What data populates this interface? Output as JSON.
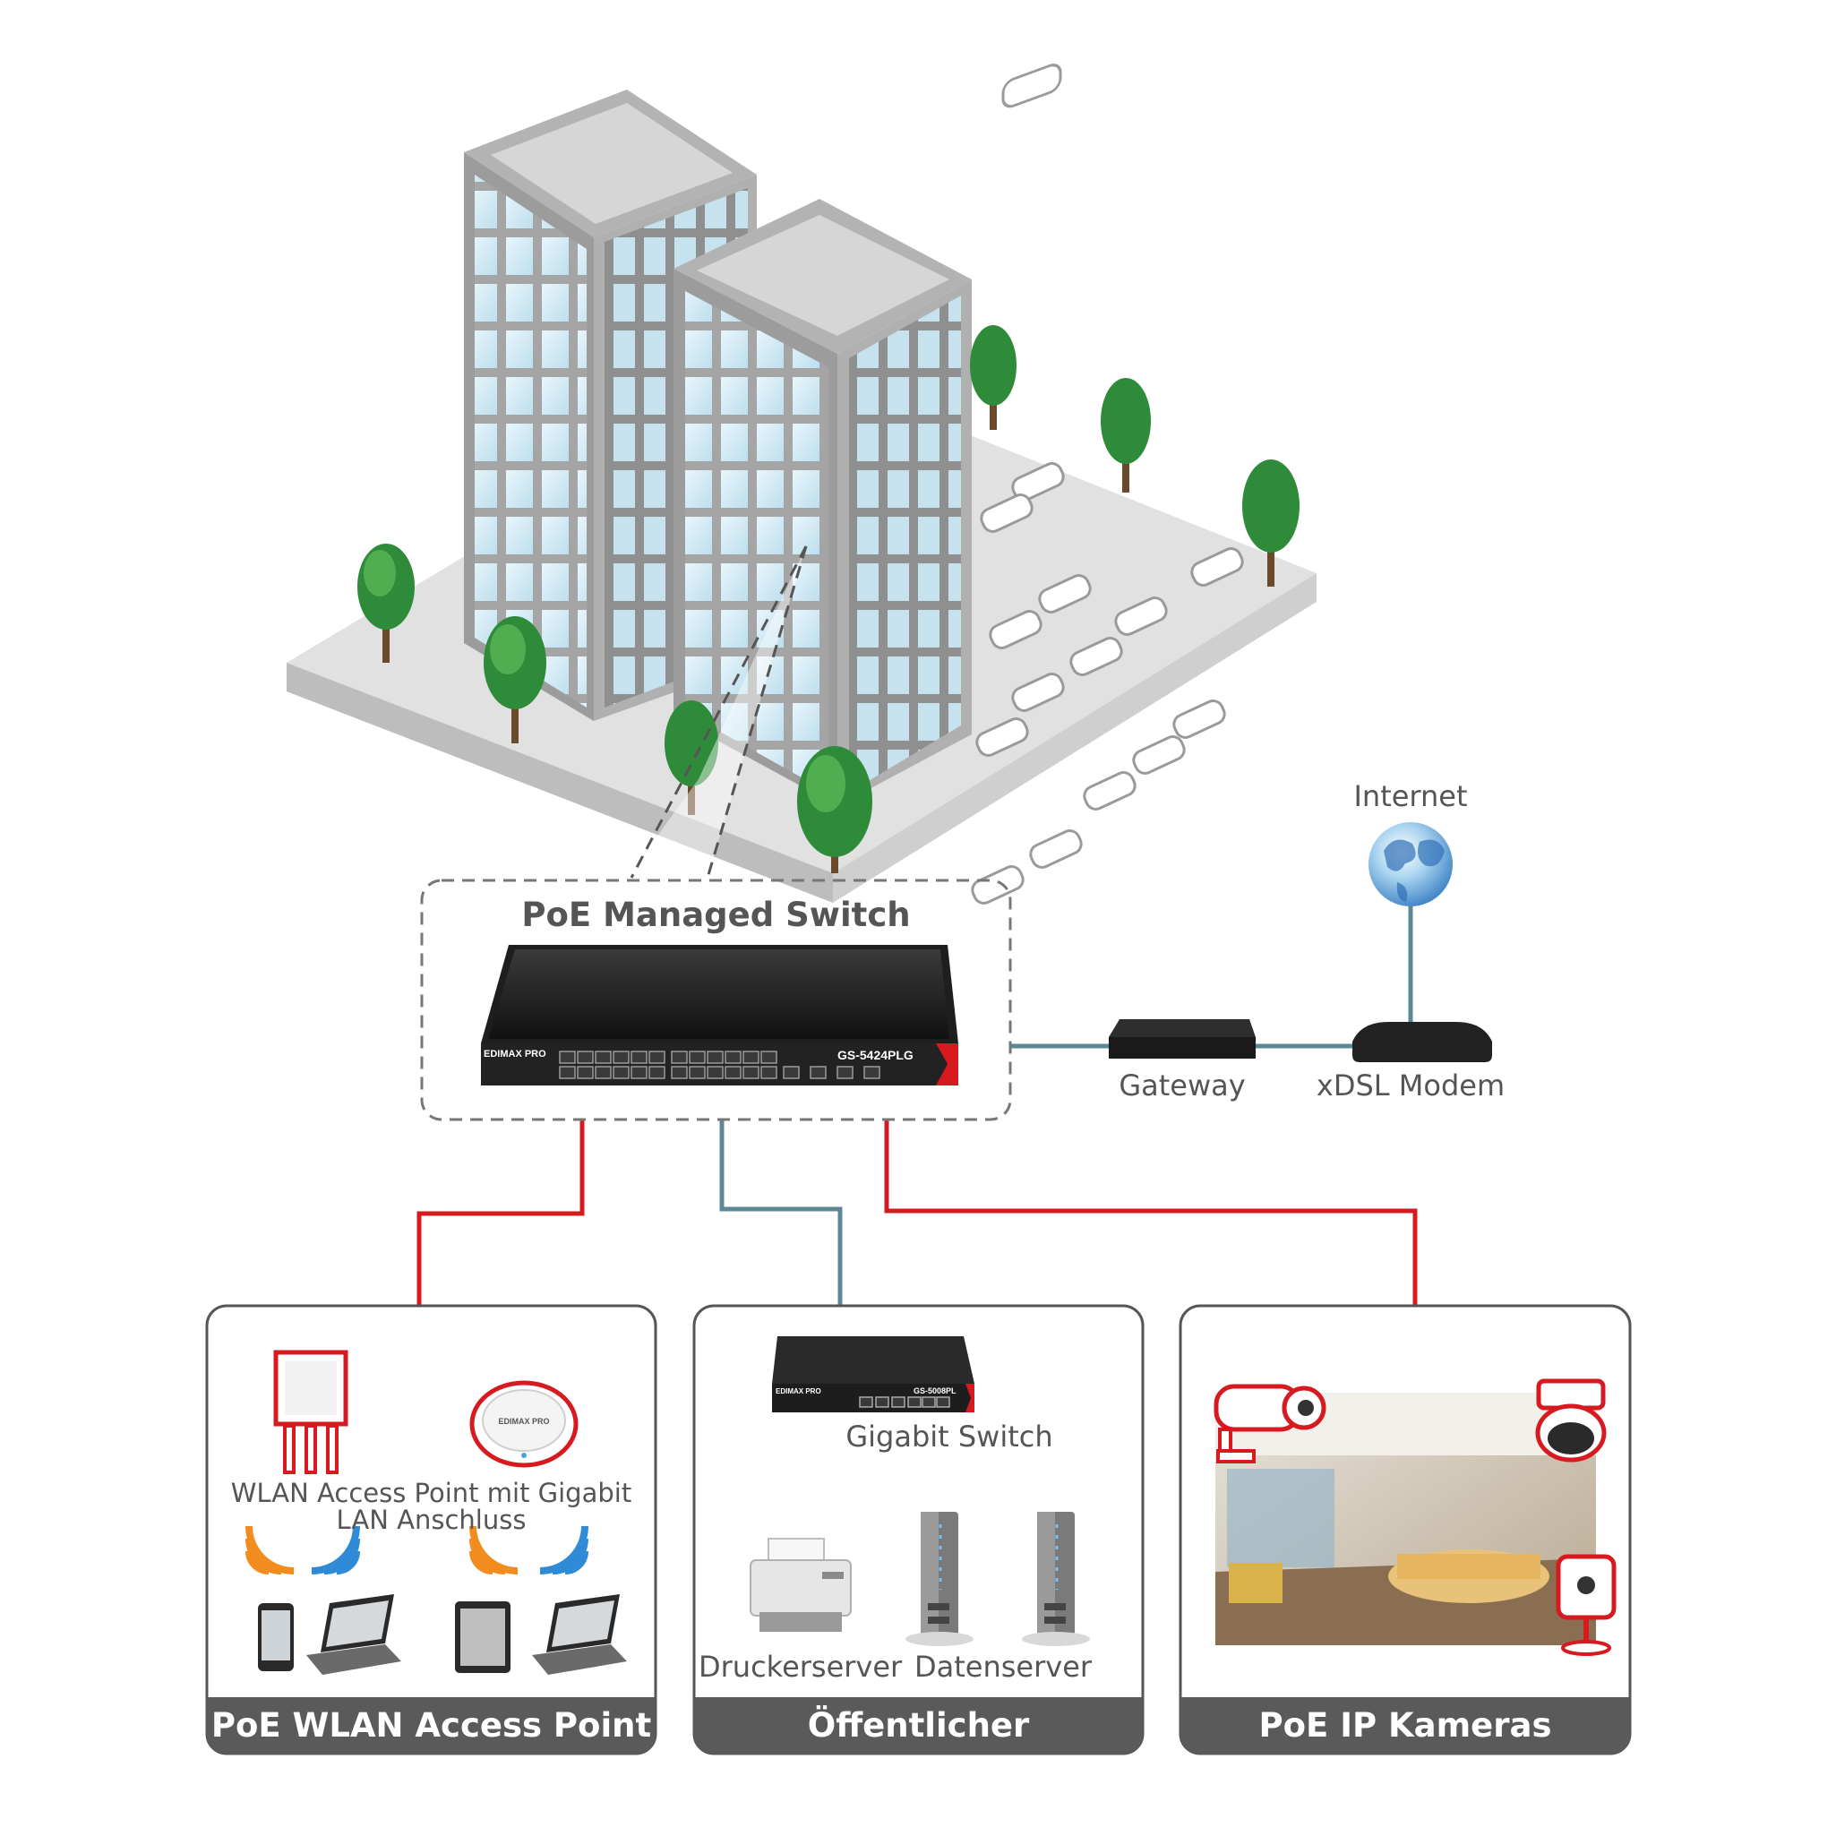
{
  "labels": {
    "internet": "Internet",
    "switch_title": "PoE Managed Switch",
    "gateway": "Gateway",
    "modem": "xDSL Modem",
    "gigabit_switch": "Gigabit Switch",
    "ap_caption_line1": "WLAN Access Point mit Gigabit",
    "ap_caption_line2": "LAN Anschluss",
    "print_server": "Druckerserver",
    "data_server": "Datenserver"
  },
  "panels": [
    {
      "title": "PoE WLAN Access Point"
    },
    {
      "title": "Öffentlicher Gruppenserver"
    },
    {
      "title": "PoE IP Kameras"
    }
  ],
  "device_text": {
    "main_switch_brand": "EDIMAX PRO",
    "main_switch_model": "GS-5424PLG",
    "small_switch_brand": "EDIMAX PRO",
    "small_switch_model": "GS-5008PL",
    "ap_brand": "EDIMAX PRO"
  },
  "colors": {
    "poe_line": "#d71920",
    "data_line": "#5c8796",
    "panel_border": "#555555",
    "title_bar": "#5a5a5a",
    "tree_green": "#2e8b3a"
  },
  "icons": [
    "office-building-icon",
    "tree-icon",
    "car-icon",
    "globe-icon",
    "gateway-icon",
    "modem-icon",
    "switch-icon",
    "access-point-icon",
    "wifi-signal-icon",
    "smartphone-icon",
    "laptop-icon",
    "tablet-icon",
    "printer-icon",
    "server-icon",
    "bullet-camera-icon",
    "dome-camera-icon",
    "cube-camera-icon"
  ]
}
